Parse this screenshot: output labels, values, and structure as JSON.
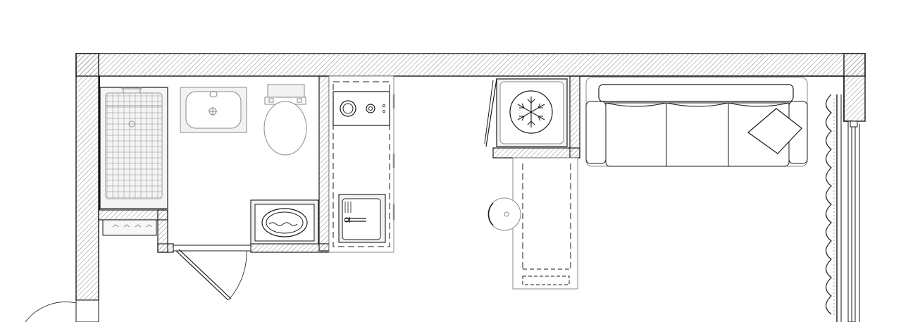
{
  "plan": {
    "colors": {
      "background": "#ffffff",
      "wall_outline": "#1a1a1a",
      "wall_hatch": "#6e6e6e",
      "furniture_line": "#8a8a8a",
      "fixture_fill": "#f2f2f2"
    },
    "rooms": [
      "bathroom",
      "kitchen",
      "living-room"
    ],
    "fixtures": [
      "bathtub",
      "washbasin",
      "toilet",
      "washing-machine",
      "stove",
      "kitchen-sink",
      "refrigerator",
      "dining-counter",
      "stool",
      "sofa",
      "cushion",
      "curtain",
      "entrance-door",
      "bathroom-door",
      "shoe-rack"
    ]
  }
}
